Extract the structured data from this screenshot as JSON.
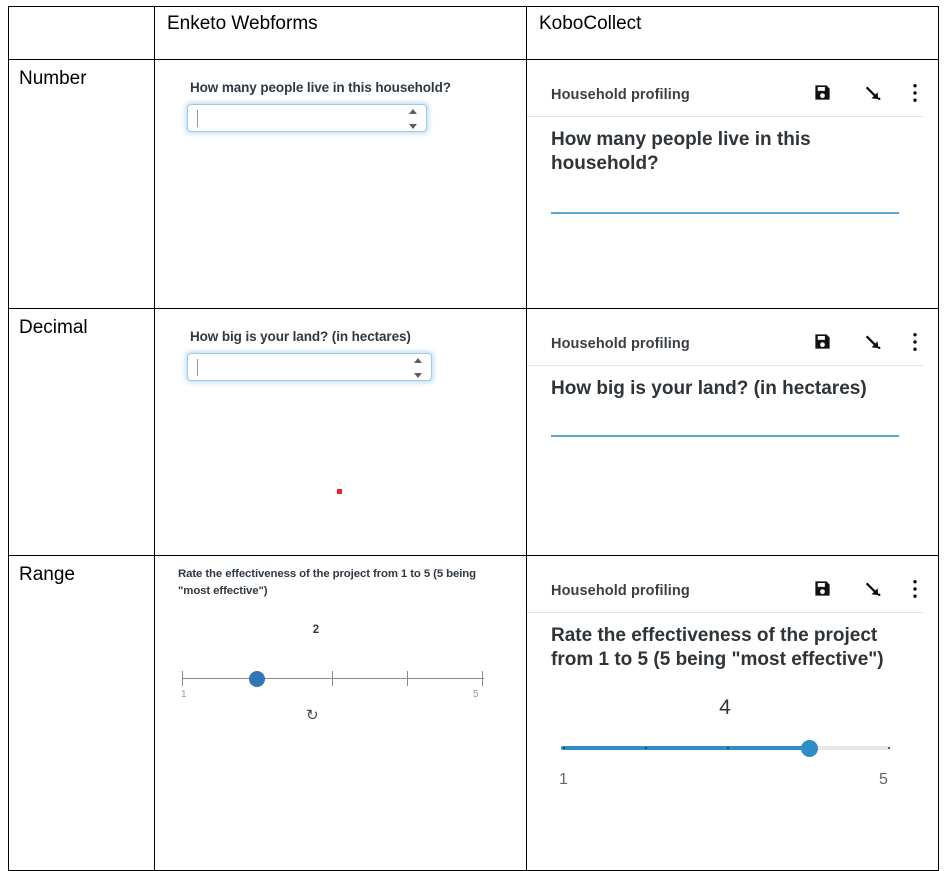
{
  "table": {
    "columns": [
      {
        "key": "type",
        "header": ""
      },
      {
        "key": "enketo",
        "header": "Enketo Webforms"
      },
      {
        "key": "kobo",
        "header": "KoboCollect"
      }
    ],
    "rows": [
      {
        "label": "Number",
        "enketo": {
          "question": "How many people live in this household?",
          "input_value": "",
          "input_placeholder": "",
          "spinner_up": "increment",
          "spinner_down": "decrement"
        },
        "kobo": {
          "app_title": "Household profiling",
          "icons": [
            "save-icon",
            "cursor-arrow-icon",
            "overflow-menu-icon"
          ],
          "question": "How many people live in this household?",
          "answer_value": ""
        }
      },
      {
        "label": "Decimal",
        "enketo": {
          "question": "How big is your land? (in hectares)",
          "input_value": "",
          "input_placeholder": "",
          "spinner_up": "increment",
          "spinner_down": "decrement",
          "marker": "red-dot"
        },
        "kobo": {
          "app_title": "Household profiling",
          "icons": [
            "save-icon",
            "cursor-arrow-icon",
            "overflow-menu-icon"
          ],
          "question": "How big is your land? (in hectares)",
          "answer_value": ""
        }
      },
      {
        "label": "Range",
        "enketo": {
          "question": "Rate the effectiveness of the project from 1 to 5 (5 being \"most effective\")",
          "value": "2",
          "min_label": "1",
          "max_label": "5",
          "min": 1,
          "max": 5,
          "ticks": 5,
          "refresh_icon": "↻"
        },
        "kobo": {
          "app_title": "Household profiling",
          "icons": [
            "save-icon",
            "cursor-arrow-icon",
            "overflow-menu-icon"
          ],
          "question": "Rate the effectiveness of the project from 1 to 5 (5 being \"most effective\")",
          "value": "4",
          "min_label": "1",
          "max_label": "5",
          "min": 1,
          "max": 5,
          "ticks": 5
        }
      }
    ]
  },
  "colors": {
    "enketo_thumb": "#3275b4",
    "enketo_focus_border": "#9fcbe8",
    "kobo_accent": "#2e8ec4",
    "kobo_underline": "#5aa8d6",
    "red_marker": "#e8232a",
    "table_border": "#000000"
  }
}
